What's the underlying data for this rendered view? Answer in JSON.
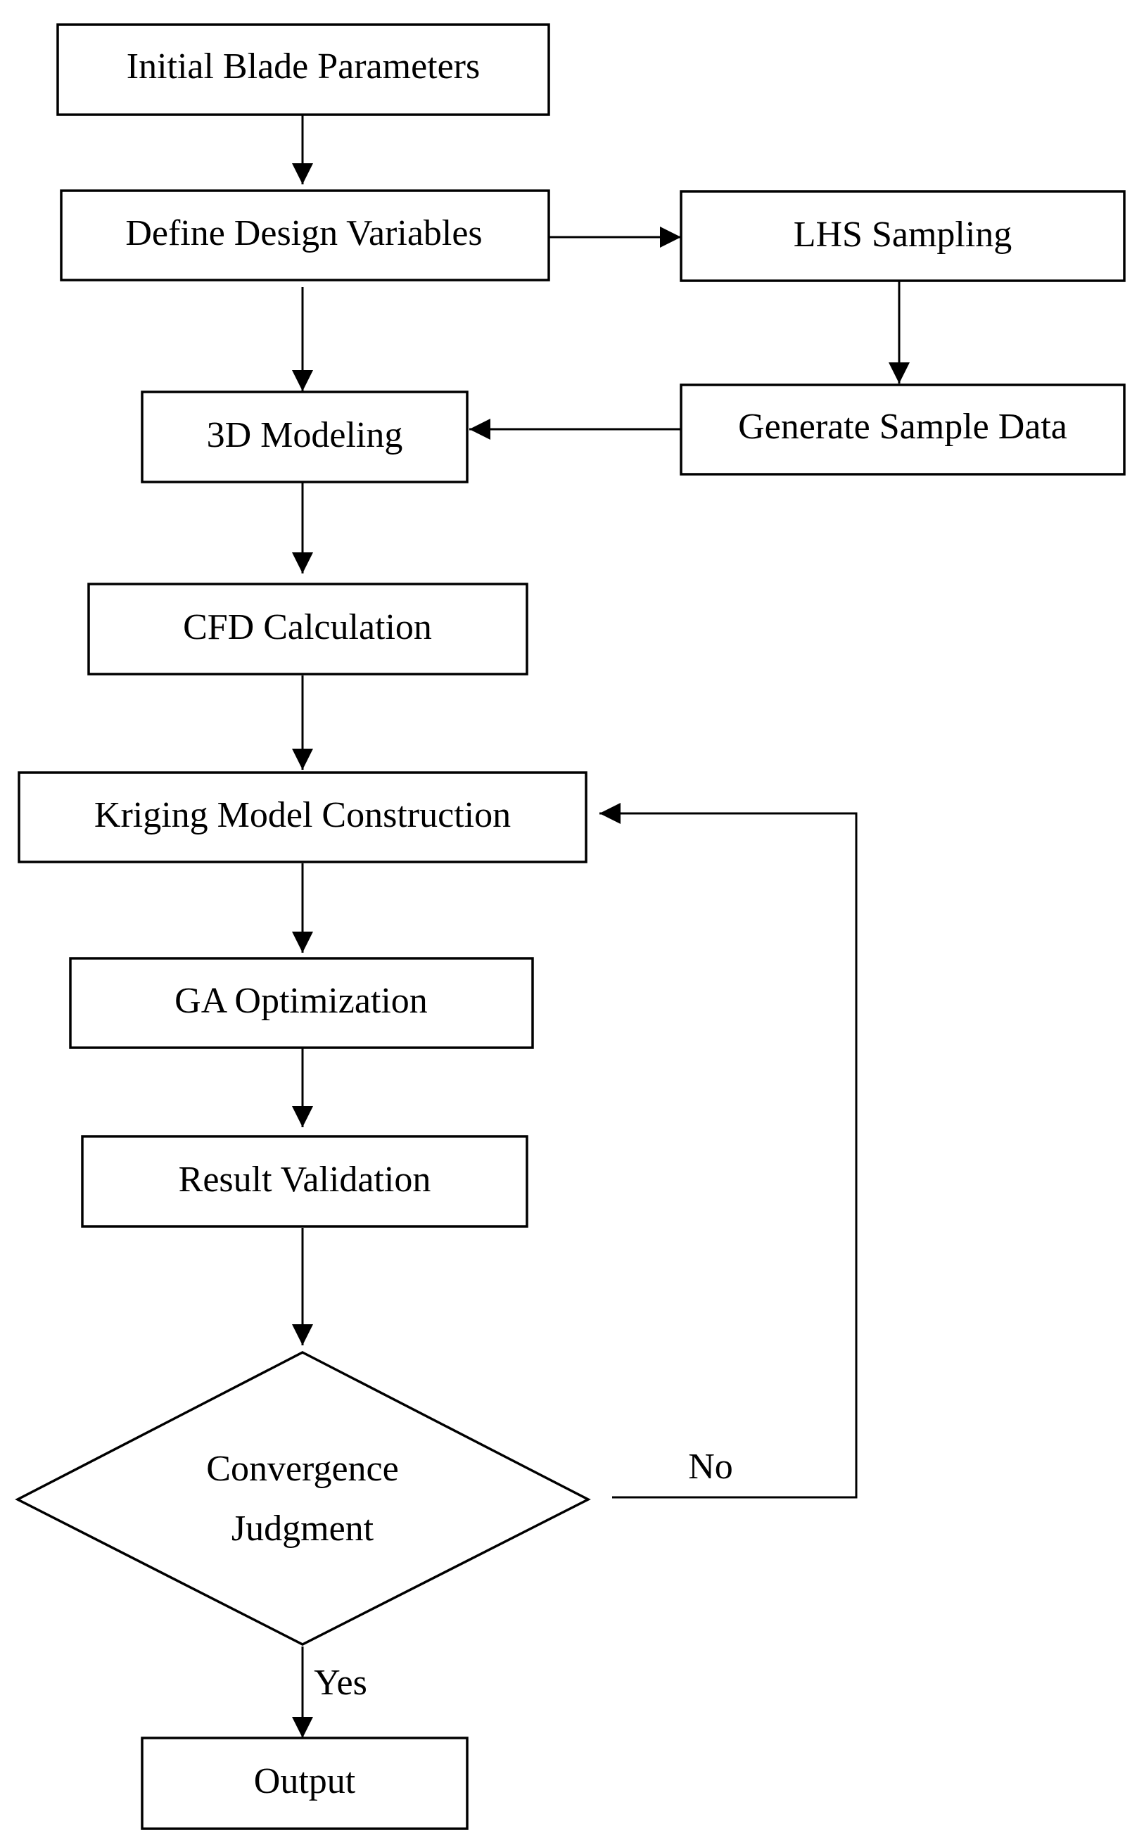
{
  "nodes": {
    "initial_params": "Initial Blade Parameters",
    "define_vars": "Define Design Variables",
    "lhs_sampling": "LHS Sampling",
    "generate_data": "Generate Sample Data",
    "modeling_3d": "3D Modeling",
    "cfd_calc": "CFD Calculation",
    "kriging": "Kriging Model Construction",
    "ga_opt": "GA Optimization",
    "validation": "Result Validation",
    "convergence_line1": "Convergence",
    "convergence_line2": "Judgment",
    "output": "Output"
  },
  "branches": {
    "no": "No",
    "yes": "Yes"
  }
}
